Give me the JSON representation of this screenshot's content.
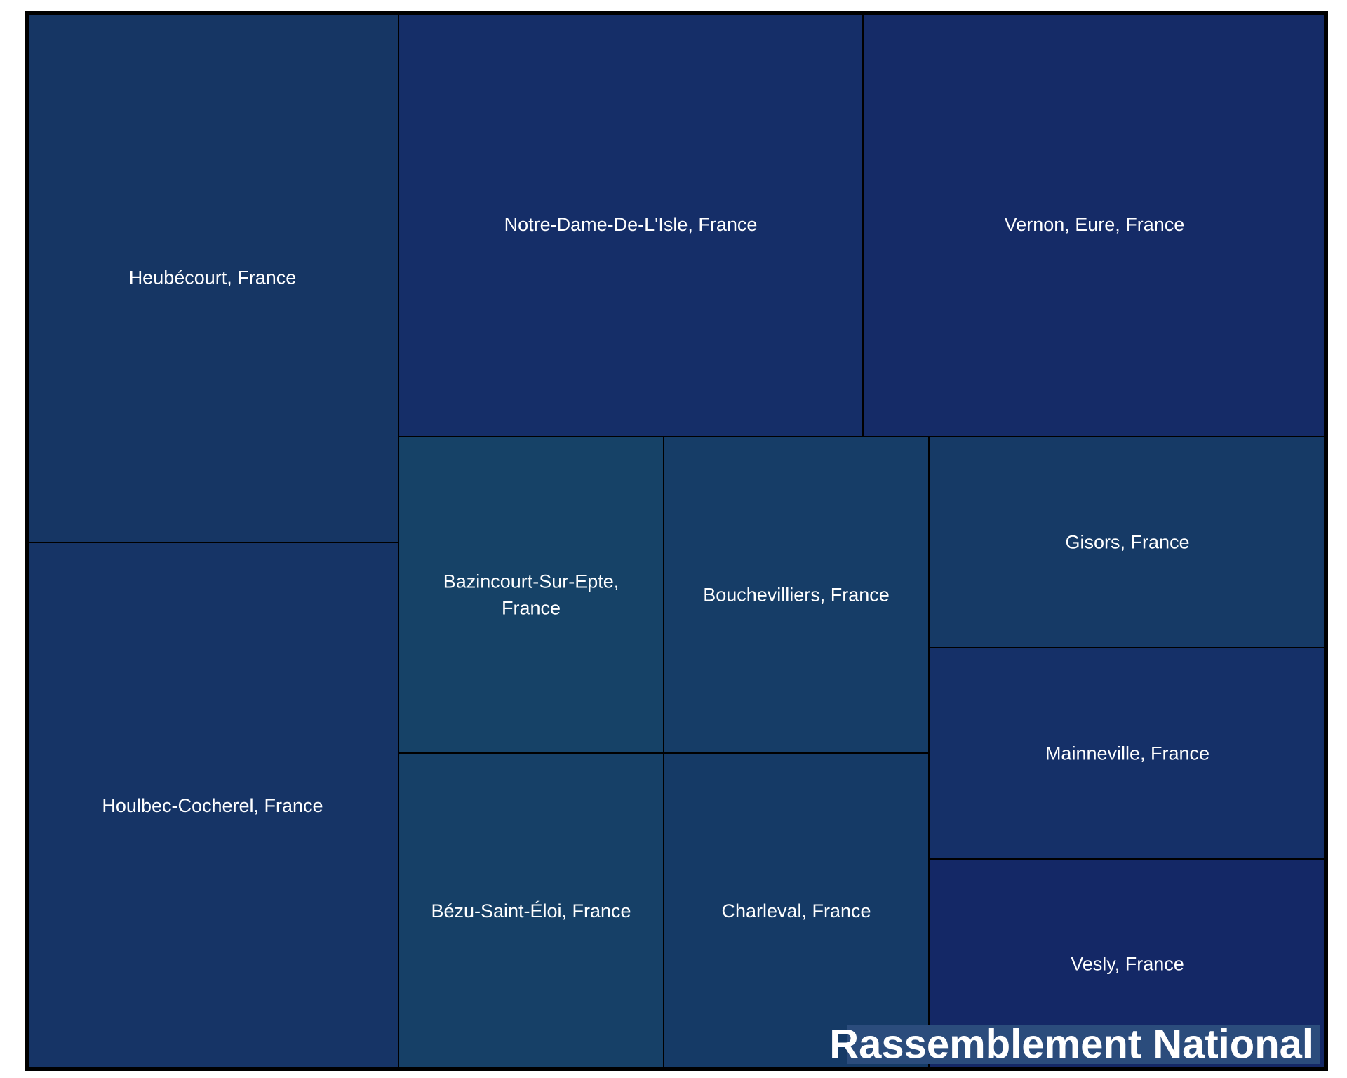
{
  "chart_data": {
    "type": "treemap",
    "title": "Rassemblement National",
    "items": [
      {
        "label": "Heubécourt, France",
        "value": 26,
        "color": "#163664"
      },
      {
        "label": "Houlbec-Cocherel, France",
        "value": 26,
        "color": "#163466"
      },
      {
        "label": "Notre-Dame-De-L'Isle, France",
        "value": 26,
        "color": "#152e68"
      },
      {
        "label": "Vernon, Eure, France",
        "value": 26,
        "color": "#152b67"
      },
      {
        "label": "Bazincourt-Sur-Epte, France",
        "value": 11,
        "color": "#164267"
      },
      {
        "label": "Bézu-Saint-Éloi, France",
        "value": 11,
        "color": "#164067"
      },
      {
        "label": "Bouchevilliers, France",
        "value": 11,
        "color": "#163d67"
      },
      {
        "label": "Charleval, France",
        "value": 11,
        "color": "#153a66"
      },
      {
        "label": "Gisors, France",
        "value": 11,
        "color": "#163a66"
      },
      {
        "label": "Mainneville, France",
        "value": 11,
        "color": "#153068"
      },
      {
        "label": "Vesly, France",
        "value": 11,
        "color": "#142866"
      }
    ]
  }
}
